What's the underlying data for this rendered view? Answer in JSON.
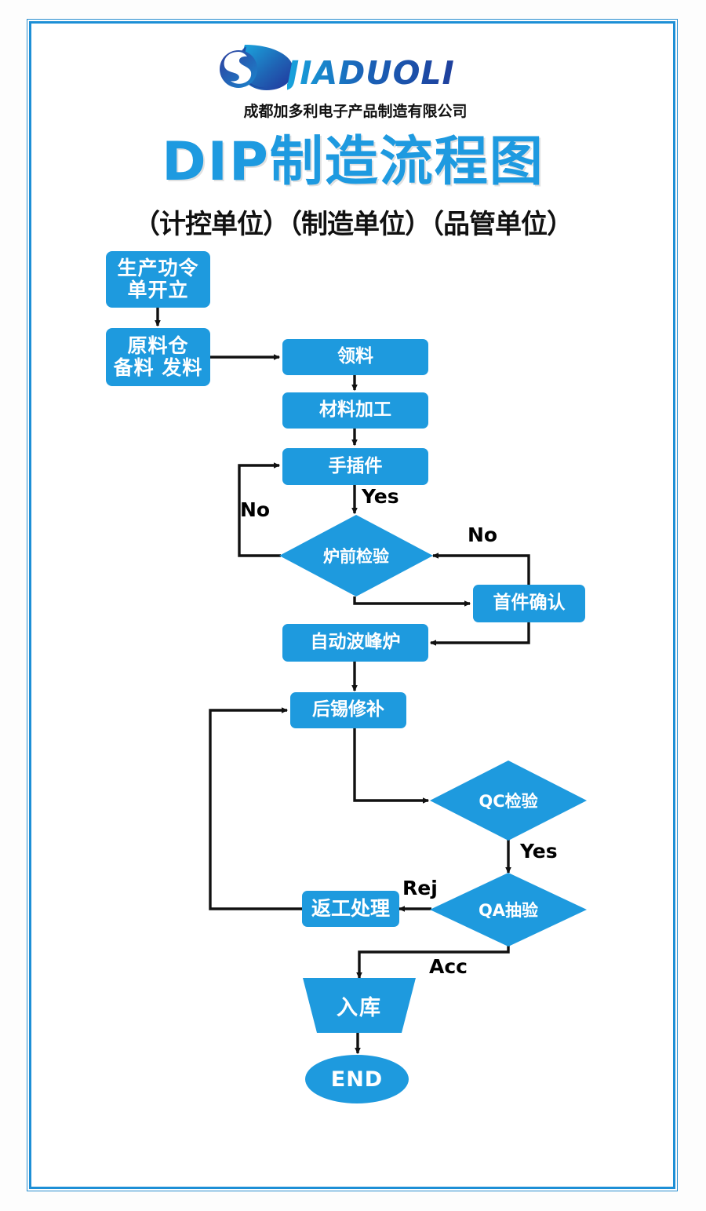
{
  "header": {
    "logo_icon": "jiaduoli-droplet-logo",
    "logo_wordmark": "JIADUOLI",
    "company_name": "成都加多利电子产品制造有限公司"
  },
  "title": {
    "main": "DIP制造流程图",
    "subtitle": "（计控单位）（制造单位）（品管单位）"
  },
  "colors": {
    "node_blue": "#1e9ade",
    "title_blue": "#1e9ae0",
    "frame_blue": "#1d8fd6",
    "text_white": "#ffffff",
    "text_black": "#000000"
  },
  "flowchart": {
    "type": "process-flow-diagram",
    "nodes": [
      {
        "id": "n1",
        "label": "生产功令\n单开立",
        "shape": "rounded-rect"
      },
      {
        "id": "n2",
        "label": "原料仓\n备料 发料",
        "shape": "rounded-rect"
      },
      {
        "id": "n3",
        "label": "领料",
        "shape": "rounded-rect"
      },
      {
        "id": "n4",
        "label": "材料加工",
        "shape": "rounded-rect"
      },
      {
        "id": "n5",
        "label": "手插件",
        "shape": "rounded-rect"
      },
      {
        "id": "n6",
        "label": "炉前检验",
        "shape": "diamond"
      },
      {
        "id": "n7",
        "label": "首件确认",
        "shape": "rounded-rect"
      },
      {
        "id": "n8",
        "label": "自动波峰炉",
        "shape": "rounded-rect"
      },
      {
        "id": "n9",
        "label": "后锡修补",
        "shape": "rounded-rect"
      },
      {
        "id": "n10",
        "label": "QC检验",
        "shape": "diamond"
      },
      {
        "id": "n11",
        "label": "QA抽验",
        "shape": "diamond"
      },
      {
        "id": "n12",
        "label": "返工处理",
        "shape": "rounded-rect"
      },
      {
        "id": "n13",
        "label": "入库",
        "shape": "trapezoid"
      },
      {
        "id": "n14",
        "label": "END",
        "shape": "ellipse"
      }
    ],
    "edges": [
      {
        "from": "n1",
        "to": "n2",
        "label": ""
      },
      {
        "from": "n2",
        "to": "n3",
        "label": ""
      },
      {
        "from": "n3",
        "to": "n4",
        "label": ""
      },
      {
        "from": "n4",
        "to": "n5",
        "label": ""
      },
      {
        "from": "n5",
        "to": "n6",
        "label": "Yes"
      },
      {
        "from": "n6",
        "to": "n5",
        "label": "No"
      },
      {
        "from": "n7",
        "to": "n6",
        "label": "No"
      },
      {
        "from": "n6",
        "to": "n7",
        "label": ""
      },
      {
        "from": "n7",
        "to": "n8",
        "label": ""
      },
      {
        "from": "n8",
        "to": "n9",
        "label": ""
      },
      {
        "from": "n9",
        "to": "n10",
        "label": ""
      },
      {
        "from": "n10",
        "to": "n11",
        "label": "Yes"
      },
      {
        "from": "n11",
        "to": "n12",
        "label": "Rej"
      },
      {
        "from": "n12",
        "to": "n9",
        "label": ""
      },
      {
        "from": "n11",
        "to": "n13",
        "label": "Acc"
      },
      {
        "from": "n13",
        "to": "n14",
        "label": ""
      }
    ],
    "edge_labels": [
      {
        "text": "Yes",
        "near": "手插件-to-炉前检验"
      },
      {
        "text": "No",
        "near": "炉前检验-loop-left"
      },
      {
        "text": "No",
        "near": "首件确认-to-炉前检验"
      },
      {
        "text": "Yes",
        "near": "QC检验-to-QA抽验"
      },
      {
        "text": "Rej",
        "near": "QA抽验-to-返工处理"
      },
      {
        "text": "Acc",
        "near": "QA抽验-to-入库"
      }
    ]
  }
}
